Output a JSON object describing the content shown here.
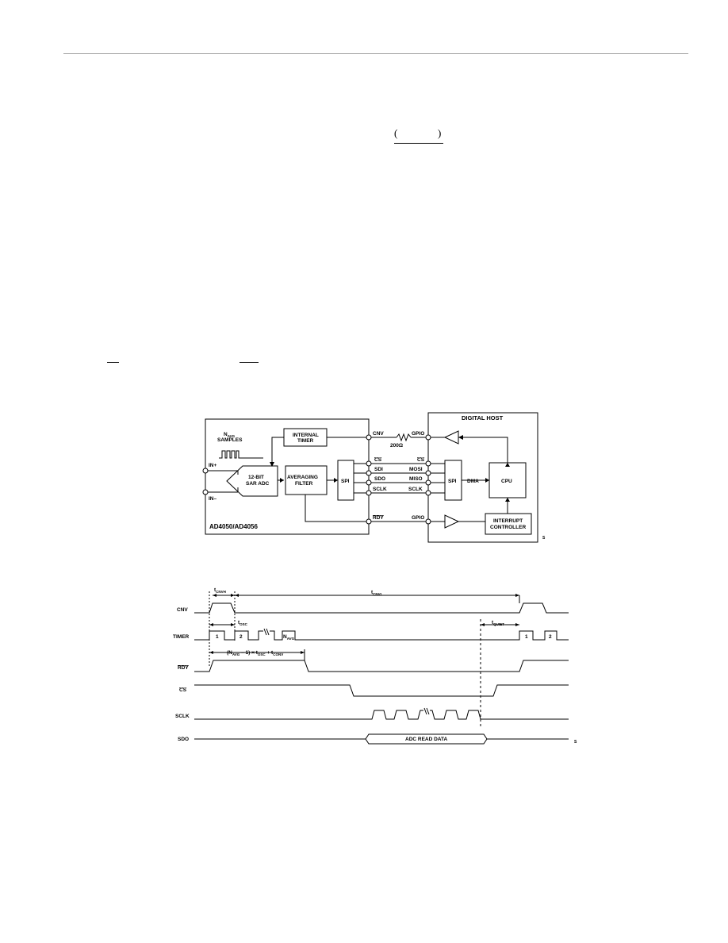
{
  "block_diagram": {
    "left_box": {
      "navg_label": "N",
      "navg_sub": "AVG",
      "samples_label": "SAMPLES",
      "internal_timer": [
        "INTERNAL",
        "TIMER"
      ],
      "adc": [
        "12-BIT",
        "SAR ADC"
      ],
      "filter": [
        "AVERAGING",
        "FILTER"
      ],
      "spi": "SPI",
      "in_plus": "IN+",
      "in_minus": "IN–",
      "part_name": "AD4050/AD4056"
    },
    "pins": {
      "cnv": "CNV",
      "cs": "CS",
      "sdi": "SDI",
      "sdo": "SDO",
      "sclk": "SCLK",
      "rdy": "RDY"
    },
    "resistor": "200Ω",
    "host": {
      "title": "DIGITAL HOST",
      "gpio_top": "GPIO",
      "cs": "CS",
      "mosi": "MOSI",
      "miso": "MISO",
      "sclk": "SCLK",
      "gpio_bottom": "GPIO",
      "spi": "SPI",
      "dma": "DMA",
      "cpu": "CPU",
      "irq": [
        "INTERRUPT",
        "CONTROLLER"
      ]
    },
    "fig_code": "S"
  },
  "timing_diagram": {
    "signals": [
      "CNV",
      "TIMER",
      "RDY",
      "CS",
      "SCLK",
      "SDO"
    ],
    "t_cnvh": "CNVH",
    "t_cnvl": "CNVL",
    "t_osc": "OSC",
    "t_quiet": "QUIET",
    "n_avg": "AVG",
    "equation": {
      "prefix": "(N",
      "sub1": "AVG",
      "mid": " – 1) × t",
      "sub2": "OSC",
      "plus": " + t",
      "sub3": "CONV"
    },
    "timer_pulses": [
      "1",
      "2"
    ],
    "timer_pulses_after": [
      "1",
      "2"
    ],
    "sdo_data": "ADC READ DATA",
    "fig_code": "S"
  }
}
